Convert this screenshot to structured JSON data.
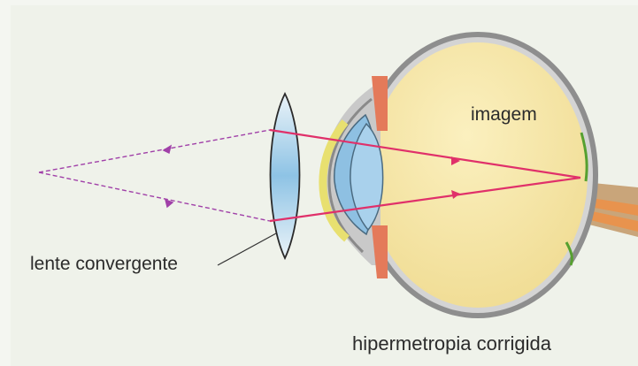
{
  "labels": {
    "image": "imagem",
    "lens": "lente convergente",
    "caption": "hipermetropia corrigida"
  },
  "colors": {
    "background": "#eff2ea",
    "incoming_rays": "#a040a8",
    "refracted_rays": "#e0306a",
    "eye_interior": "#f3e3a6",
    "sclera": "#8c8c8c",
    "lens": "#a9cfe9",
    "cornea": "#eee86a",
    "iris": "#e98a6a",
    "optic_nerve": "#e8a060",
    "retina": "#62a33e"
  }
}
